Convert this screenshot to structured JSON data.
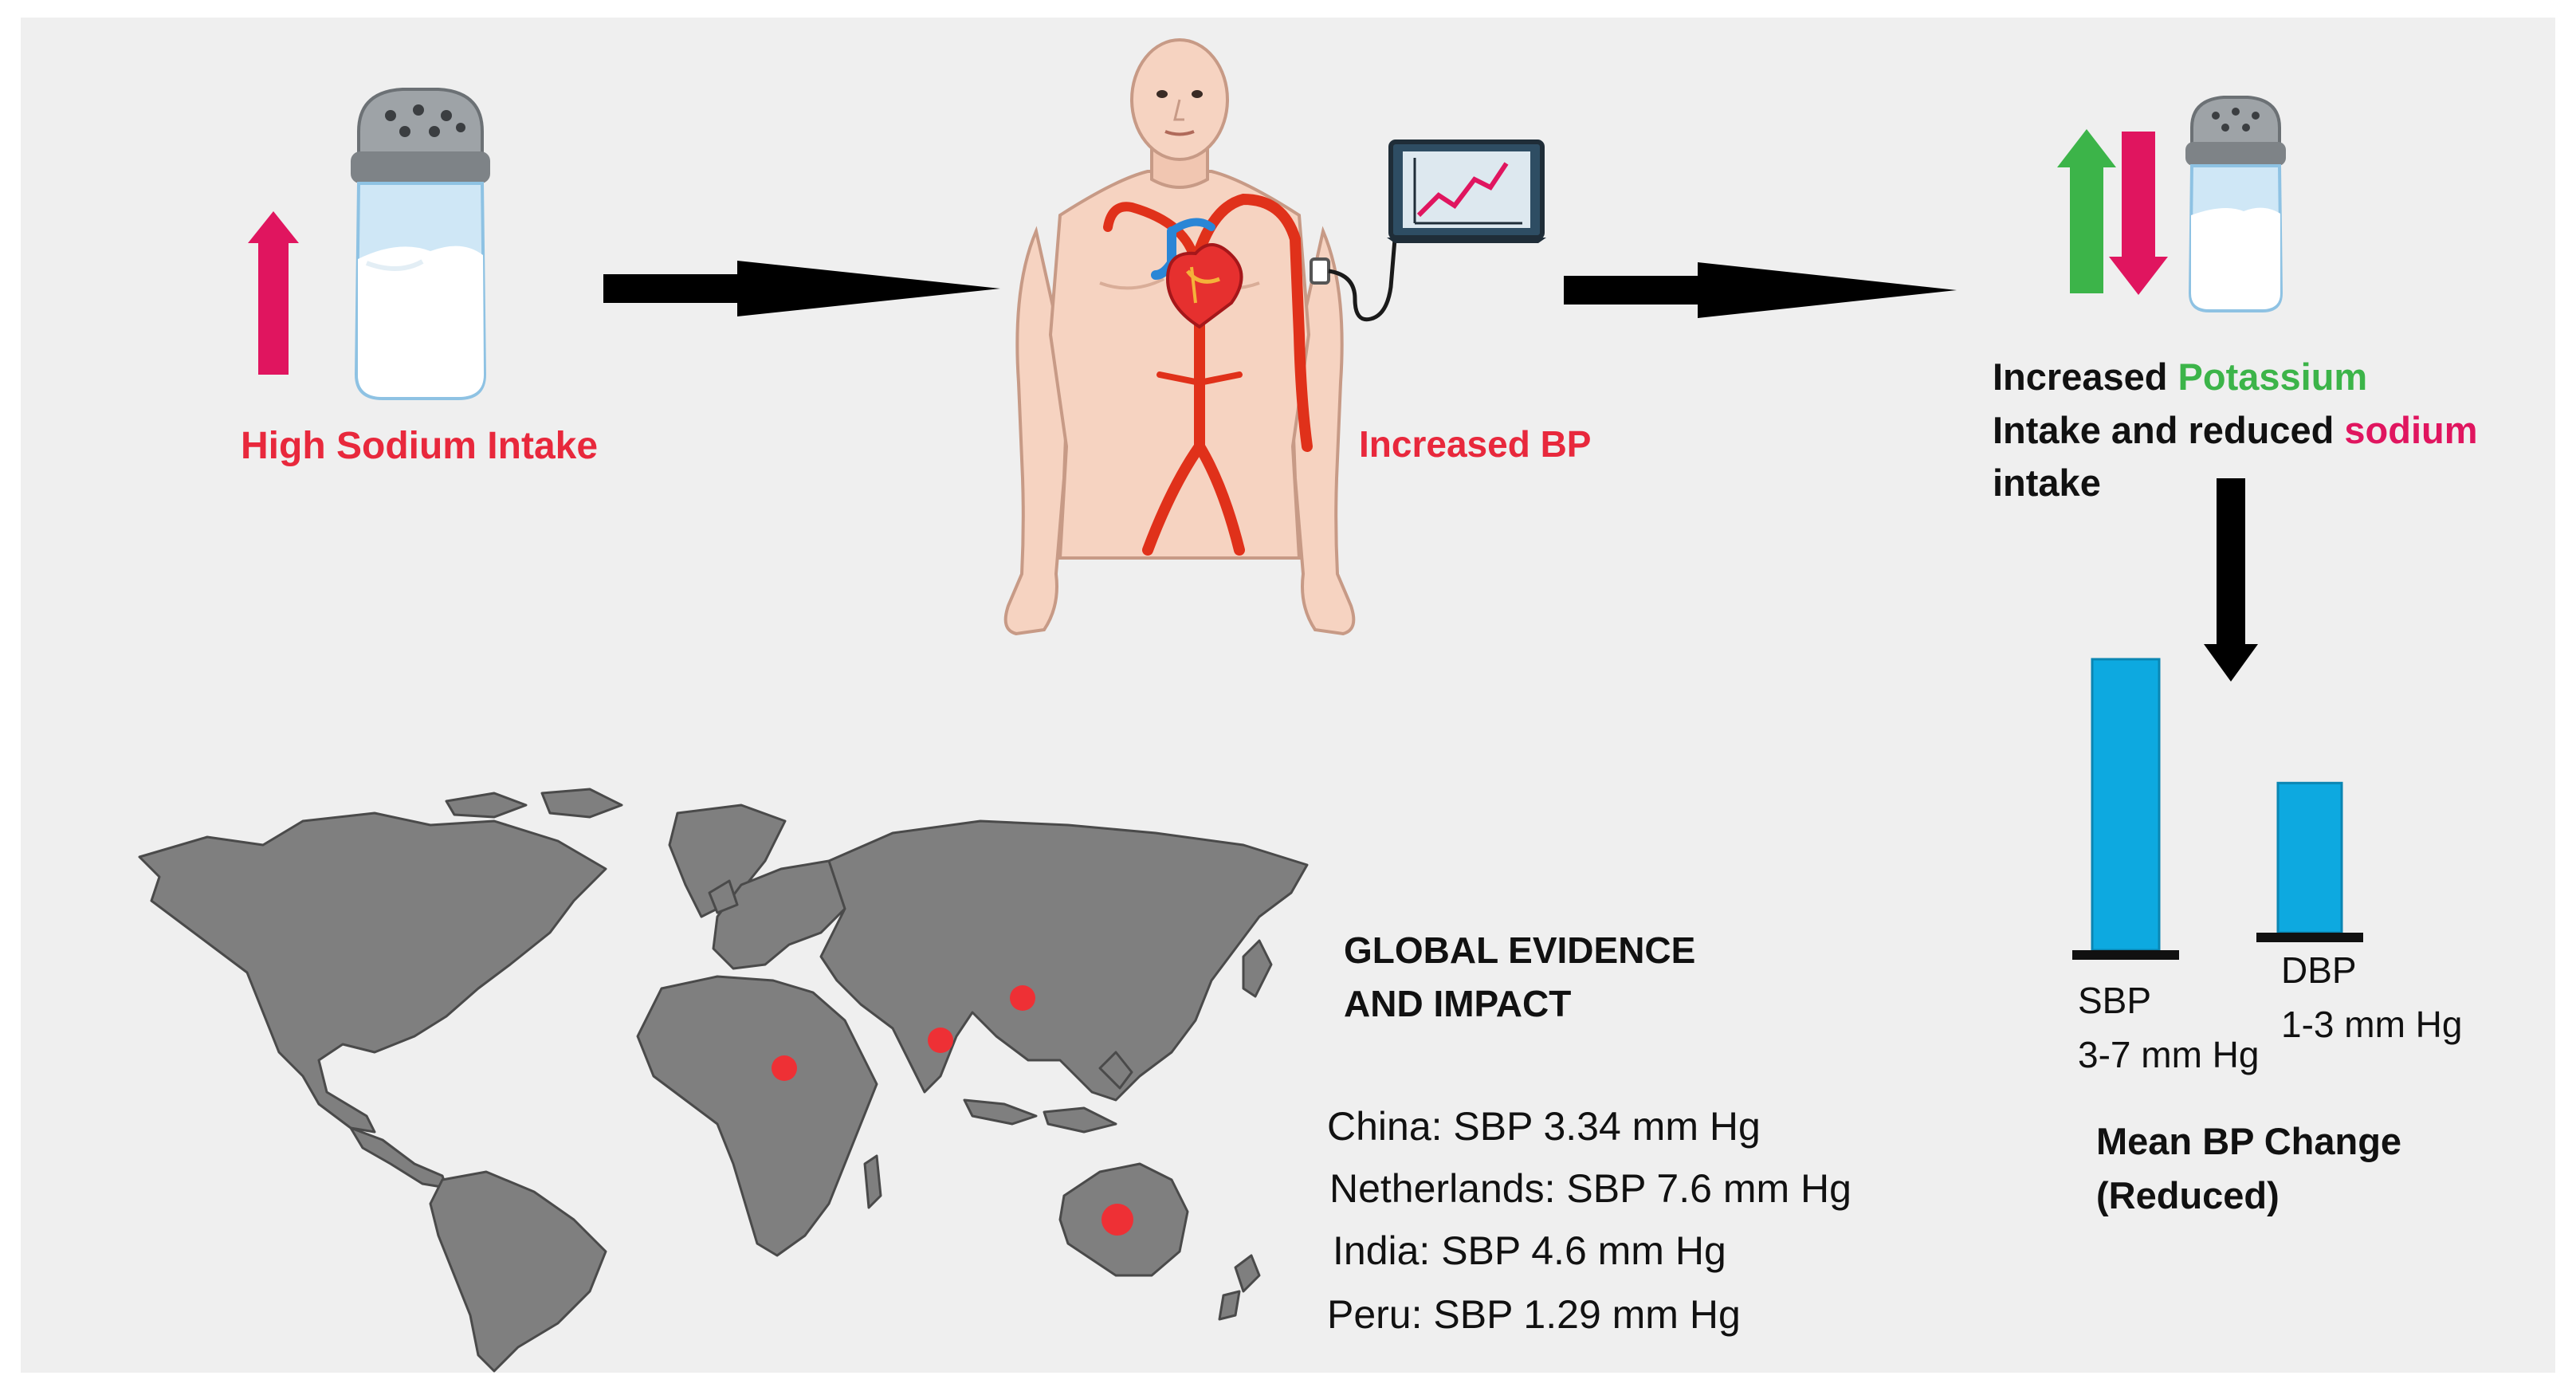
{
  "labels": {
    "high_sodium": "High Sodium Intake",
    "increased_bp": "Increased BP",
    "intervention_line1_a": "Increased ",
    "intervention_line1_b": "Potassium",
    "intervention_line2_a": "Intake and reduced ",
    "intervention_line2_b": "sodium",
    "intervention_line3": "intake",
    "global_title_1": "GLOBAL EVIDENCE",
    "global_title_2": "AND IMPACT",
    "mean_bp_1": "Mean BP Change",
    "mean_bp_2": "(Reduced)"
  },
  "evidence": [
    "China: SBP 3.34 mm Hg",
    "Netherlands: SBP 7.6 mm Hg",
    "India: SBP 4.6 mm Hg",
    "Peru: SBP 1.29  mm Hg"
  ],
  "bp_bars": [
    {
      "name": "SBP",
      "range": "3-7 mm Hg",
      "min": 3,
      "max": 7
    },
    {
      "name": "DBP",
      "range": "1-3 mm Hg",
      "min": 1,
      "max": 3
    }
  ],
  "colors": {
    "red_text": "#e8283c",
    "potassium_green": "#3cb449",
    "sodium_pink": "#e0155f",
    "bar_blue": "#0da9e0",
    "map_gray": "#7f7f7f",
    "map_dot": "#ee3035"
  },
  "icons": [
    "salt-shaker-icon",
    "up-arrow-icon",
    "down-arrow-icon",
    "human-body-icon",
    "heart-icon",
    "bp-monitor-icon",
    "world-map-icon"
  ]
}
